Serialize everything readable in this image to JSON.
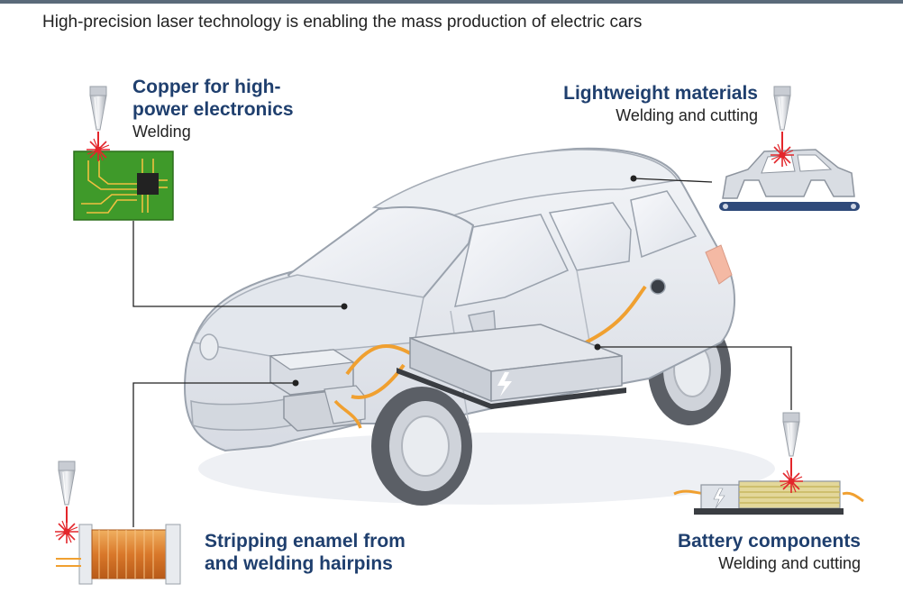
{
  "title": "High-precision laser technology is enabling the mass production of electric cars",
  "colors": {
    "heading": "#1f3f6e",
    "text": "#222222",
    "laser_red": "#e3262b",
    "cable_orange": "#f0a030",
    "board_green": "#3f9a2a",
    "car_body": "#e6e9ef",
    "top_rule": "#5a6a7a"
  },
  "callouts": {
    "copper": {
      "heading_line1": "Copper for high-",
      "heading_line2": "power electronics",
      "process": "Welding"
    },
    "lightweight": {
      "heading": "Lightweight materials",
      "process": "Welding and cutting"
    },
    "stripping": {
      "heading_line1": "Stripping enamel from",
      "heading_line2": "and welding hairpins"
    },
    "battery": {
      "heading": "Battery components",
      "process": "Welding and cutting"
    }
  },
  "icons": [
    "laser-head-icon",
    "laser-spark-icon",
    "circuit-board-icon",
    "car-frame-icon",
    "copper-coil-icon",
    "battery-cell-icon",
    "lightning-icon",
    "electric-car-illustration"
  ]
}
